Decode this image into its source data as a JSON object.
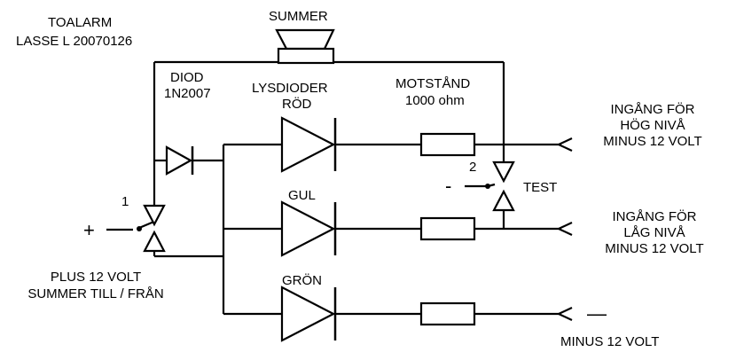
{
  "texts": {
    "title": "TOALARM",
    "author": "LASSE L  20070126",
    "summer": "SUMMER",
    "diod_a": "DIOD",
    "diod_b": "1N2007",
    "lysdioder": "LYSDIODER",
    "rod": "RÖD",
    "motstand": "MOTSTÅND",
    "ohm": "1000 ohm",
    "hog_1": "INGÅNG FÖR",
    "hog_2": "HÖG NIVÅ",
    "hog_3": "MINUS 12 VOLT",
    "num2": "2",
    "minus_sign": "-",
    "test": "TEST",
    "num1": "1",
    "plus_sign": "+",
    "gul": "GUL",
    "lag_1": "INGÅNG FÖR",
    "lag_2": "LÅG NIVÅ",
    "lag_3": "MINUS 12 VOLT",
    "plus_1": "PLUS 12 VOLT",
    "plus_2": "SUMMER TILL / FRÅN",
    "gron": "GRÖN",
    "minus_12": "MINUS 12 VOLT",
    "dash": "—"
  },
  "colors": {
    "ink": "#000000",
    "background": "#ffffff"
  }
}
